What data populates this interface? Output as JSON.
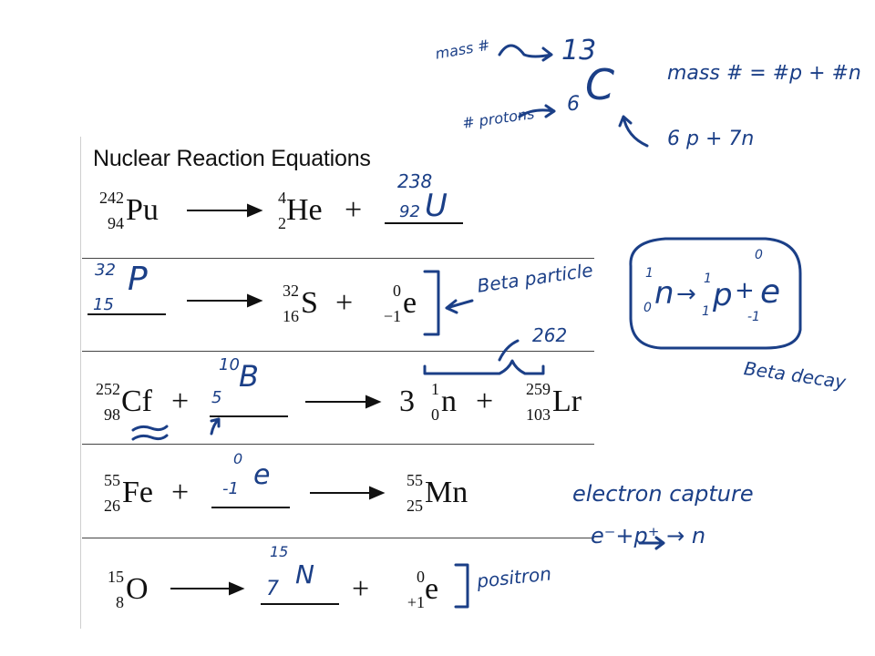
{
  "title": "Nuclear Reaction Equations",
  "operators": {
    "plus": "+",
    "coef_n": "3"
  },
  "eq1": {
    "pu": {
      "symbol": "Pu",
      "mass": "242",
      "atomic": "94"
    },
    "he": {
      "symbol": "He",
      "mass": "4",
      "atomic": "2"
    },
    "answer": {
      "mass": "238",
      "atomic": "92",
      "symbol": "U"
    }
  },
  "eq2": {
    "answer": {
      "mass": "32",
      "atomic": "15",
      "symbol": "P"
    },
    "s": {
      "symbol": "S",
      "mass": "32",
      "atomic": "16"
    },
    "e": {
      "symbol": "e",
      "mass": "0",
      "atomic": "−1"
    },
    "note": "Beta particle"
  },
  "eq3": {
    "cf": {
      "symbol": "Cf",
      "mass": "252",
      "atomic": "98"
    },
    "answer": {
      "mass": "10",
      "atomic": "5",
      "symbol": "B"
    },
    "n": {
      "symbol": "n",
      "mass": "1",
      "atomic": "0"
    },
    "lr": {
      "symbol": "Lr",
      "mass": "259",
      "atomic": "103"
    },
    "note": "262"
  },
  "eq4": {
    "fe": {
      "symbol": "Fe",
      "mass": "55",
      "atomic": "26"
    },
    "answer": {
      "mass": "0",
      "atomic": "-1",
      "symbol": "e"
    },
    "mn": {
      "symbol": "Mn",
      "mass": "55",
      "atomic": "25"
    }
  },
  "eq5": {
    "o": {
      "symbol": "O",
      "mass": "15",
      "atomic": "8"
    },
    "answer": {
      "mass": "15",
      "atomic": "7",
      "symbol": "N"
    },
    "e": {
      "symbol": "e",
      "mass": "0",
      "atomic": "+1"
    },
    "note": "positron"
  },
  "notes": {
    "mass_label": "mass #",
    "mass_value": "13",
    "protons_label": "# protons",
    "protons_value": "6",
    "element": "C",
    "formula": "mass # = #p + #n",
    "composition": "6 p + 7n",
    "beta_decay": "Beta decay",
    "beta_eq": {
      "n_mass": "1",
      "n_atomic": "0",
      "n": "n",
      "arrow": "→",
      "p_mass": "1",
      "p_atomic": "1",
      "p": "p",
      "plus": "+",
      "e_mass": "0",
      "e_atomic": "-1",
      "e": "e"
    },
    "electron_capture": "electron capture",
    "ec_eq": "e⁻+p⁺ → n"
  },
  "colors": {
    "ink": "#1b3f87",
    "print": "#111111"
  }
}
